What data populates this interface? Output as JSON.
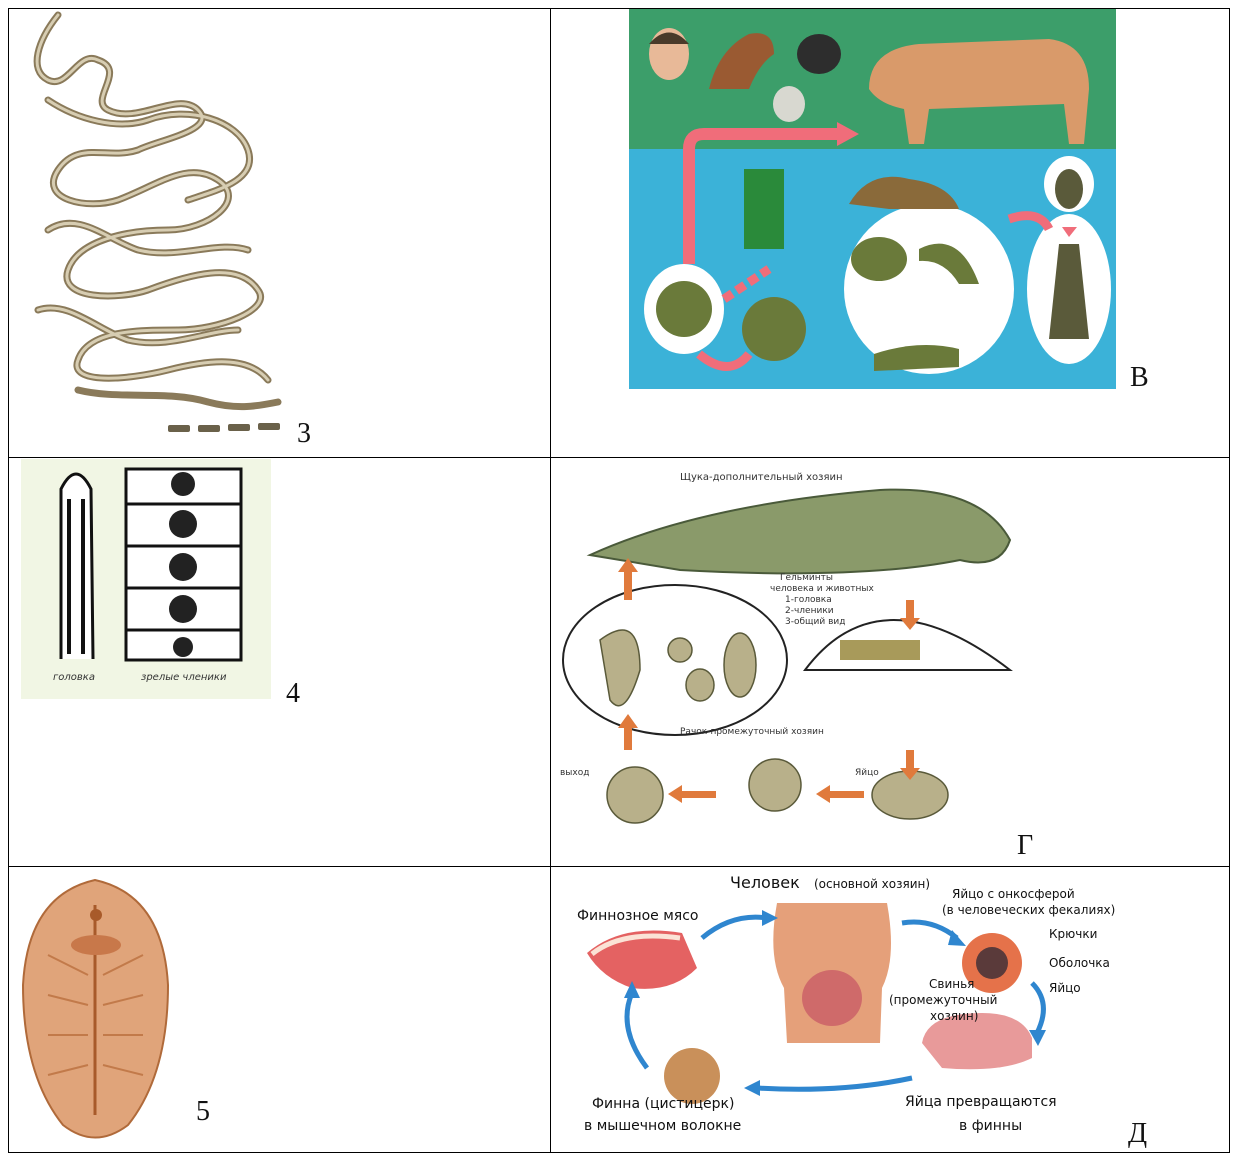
{
  "rows": [
    {
      "left_label": "3",
      "right_label": "В"
    },
    {
      "left_label": "4",
      "right_label": "Г"
    },
    {
      "left_label": "5",
      "right_label": "Д"
    }
  ],
  "cell4": {
    "caption_head": "головка",
    "caption_segments": "зрелые членики"
  },
  "cellG": {
    "title": "Щука-дополнительный хозяин",
    "legend": [
      "Гельминты",
      "человека и животных",
      "1-головка",
      "2-членики",
      "3-общий вид"
    ],
    "crustacean_label": "Рачок-промежуточный хозяин",
    "larva_label": "выход",
    "egg_label": "Яйцо"
  },
  "cellD": {
    "human": "Человек",
    "human_note": "(основной хозяин)",
    "meat": "Финнозное мясо",
    "egg_line1": "Яйцо с онкосферой",
    "egg_line2": "(в человеческих фекалиях)",
    "hooks": "Крючки",
    "shell": "Оболочка",
    "egg": "Яйцо",
    "pig_line1": "Свинья",
    "pig_line2": "(промежуточный",
    "pig_line3": "хозяин)",
    "transform_line1": "Яйца превращаются",
    "transform_line2": "в финны",
    "finna_line1": "Финна (цистицерк)",
    "finna_line2": "в мышечном волокне"
  },
  "colors": {
    "arrow_pink": "#f06d7a",
    "arrow_blue": "#2f86cf",
    "arrow_orange": "#e07a3c",
    "sea": "#3bb2d8",
    "meadow": "#3c9e6a"
  }
}
